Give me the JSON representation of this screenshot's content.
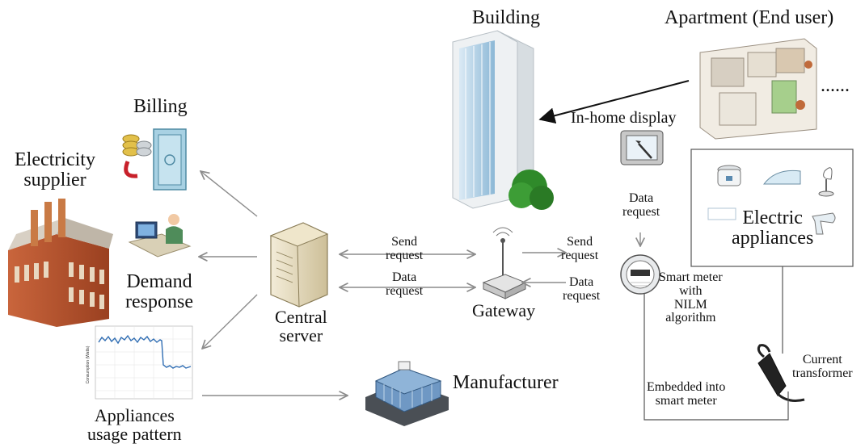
{
  "labels": {
    "building": "Building",
    "apartment": "Apartment (End user)",
    "ellipsis": "......",
    "billing": "Billing",
    "electricity_supplier": "Electricity\nsupplier",
    "in_home_display": "In-home display",
    "data_request_vertical": "Data\nrequest",
    "electric_appliances": "Electric\nappliances",
    "demand_response": "Demand\nresponse",
    "send_request_left": "Send\nrequest",
    "data_request_left": "Data\nrequest",
    "send_request_right": "Send\nrequest",
    "data_request_right": "Data\nrequest",
    "central_server": "Central\nserver",
    "gateway": "Gateway",
    "smart_meter": "Smart meter\nwith\nNILM\nalgorithm",
    "current_transformer": "Current\ntransformer",
    "manufacturer": "Manufacturer",
    "embedded": "Embedded into\nsmart meter",
    "appliances_usage": "Appliances\nusage pattern",
    "chart_ylabel": "Consumption (Watts)"
  },
  "icons": [
    "factory-icon",
    "billing-safe-icon",
    "coins-icon",
    "demand-response-workstation-icon",
    "server-icon",
    "gateway-router-icon",
    "building-icon",
    "tree-icon",
    "apartment-floorplan-icon",
    "in-home-display-icon",
    "smart-meter-icon",
    "current-transformer-icon",
    "rice-cooker-icon",
    "iron-icon",
    "fan-icon",
    "hair-dryer-icon",
    "manufacturer-building-icon",
    "usage-chart-icon"
  ],
  "colors": {
    "arrow": "#8c8c8c",
    "factory_brick": "#b5532f",
    "building_glass": "#9fc6df",
    "tree": "#2f8a2a",
    "chart_line": "#2f6db3"
  }
}
